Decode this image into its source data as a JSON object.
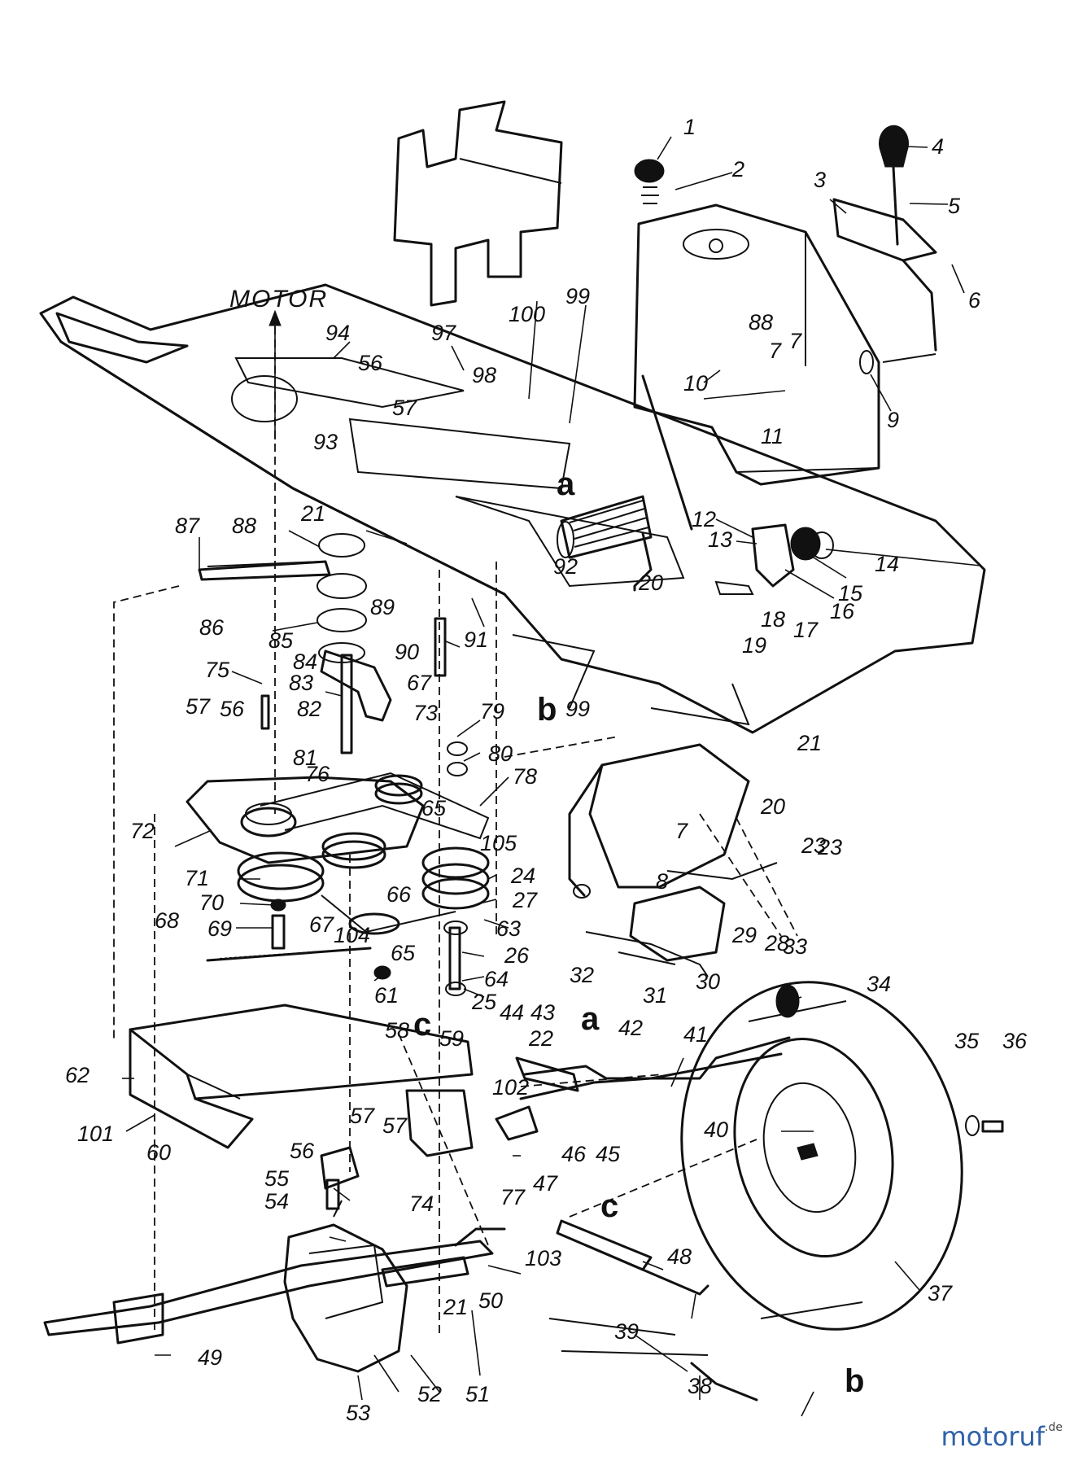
{
  "motor_label": "MOTOR",
  "watermark": {
    "name": "motoruf",
    "tld": ".de",
    "color": "#2f62a8"
  },
  "letters": [
    "a",
    "a",
    "b",
    "b",
    "c",
    "c"
  ],
  "callouts": [
    "1",
    "2",
    "3",
    "4",
    "5",
    "6",
    "7",
    "8",
    "9",
    "10",
    "11",
    "12",
    "13",
    "14",
    "15",
    "16",
    "17",
    "18",
    "19",
    "20",
    "21",
    "22",
    "23",
    "24",
    "25",
    "26",
    "27",
    "28",
    "29",
    "30",
    "31",
    "32",
    "33",
    "34",
    "35",
    "36",
    "37",
    "38",
    "39",
    "40",
    "41",
    "42",
    "43",
    "44",
    "45",
    "46",
    "47",
    "48",
    "49",
    "50",
    "51",
    "52",
    "53",
    "54",
    "55",
    "56",
    "57",
    "58",
    "59",
    "60",
    "61",
    "62",
    "63",
    "64",
    "65",
    "66",
    "67",
    "68",
    "69",
    "70",
    "71",
    "72",
    "73",
    "74",
    "75",
    "76",
    "77",
    "78",
    "79",
    "80",
    "81",
    "82",
    "83",
    "84",
    "85",
    "86",
    "87",
    "88",
    "89",
    "90",
    "91",
    "92",
    "93",
    "94",
    "97",
    "98",
    "99",
    "100",
    "101",
    "102",
    "103",
    "104",
    "105"
  ],
  "extra_callouts": [
    "7",
    "8",
    "56",
    "57",
    "99",
    "20",
    "21",
    "23",
    "7",
    "8",
    "21",
    "56",
    "57",
    "65",
    "67",
    "57"
  ]
}
